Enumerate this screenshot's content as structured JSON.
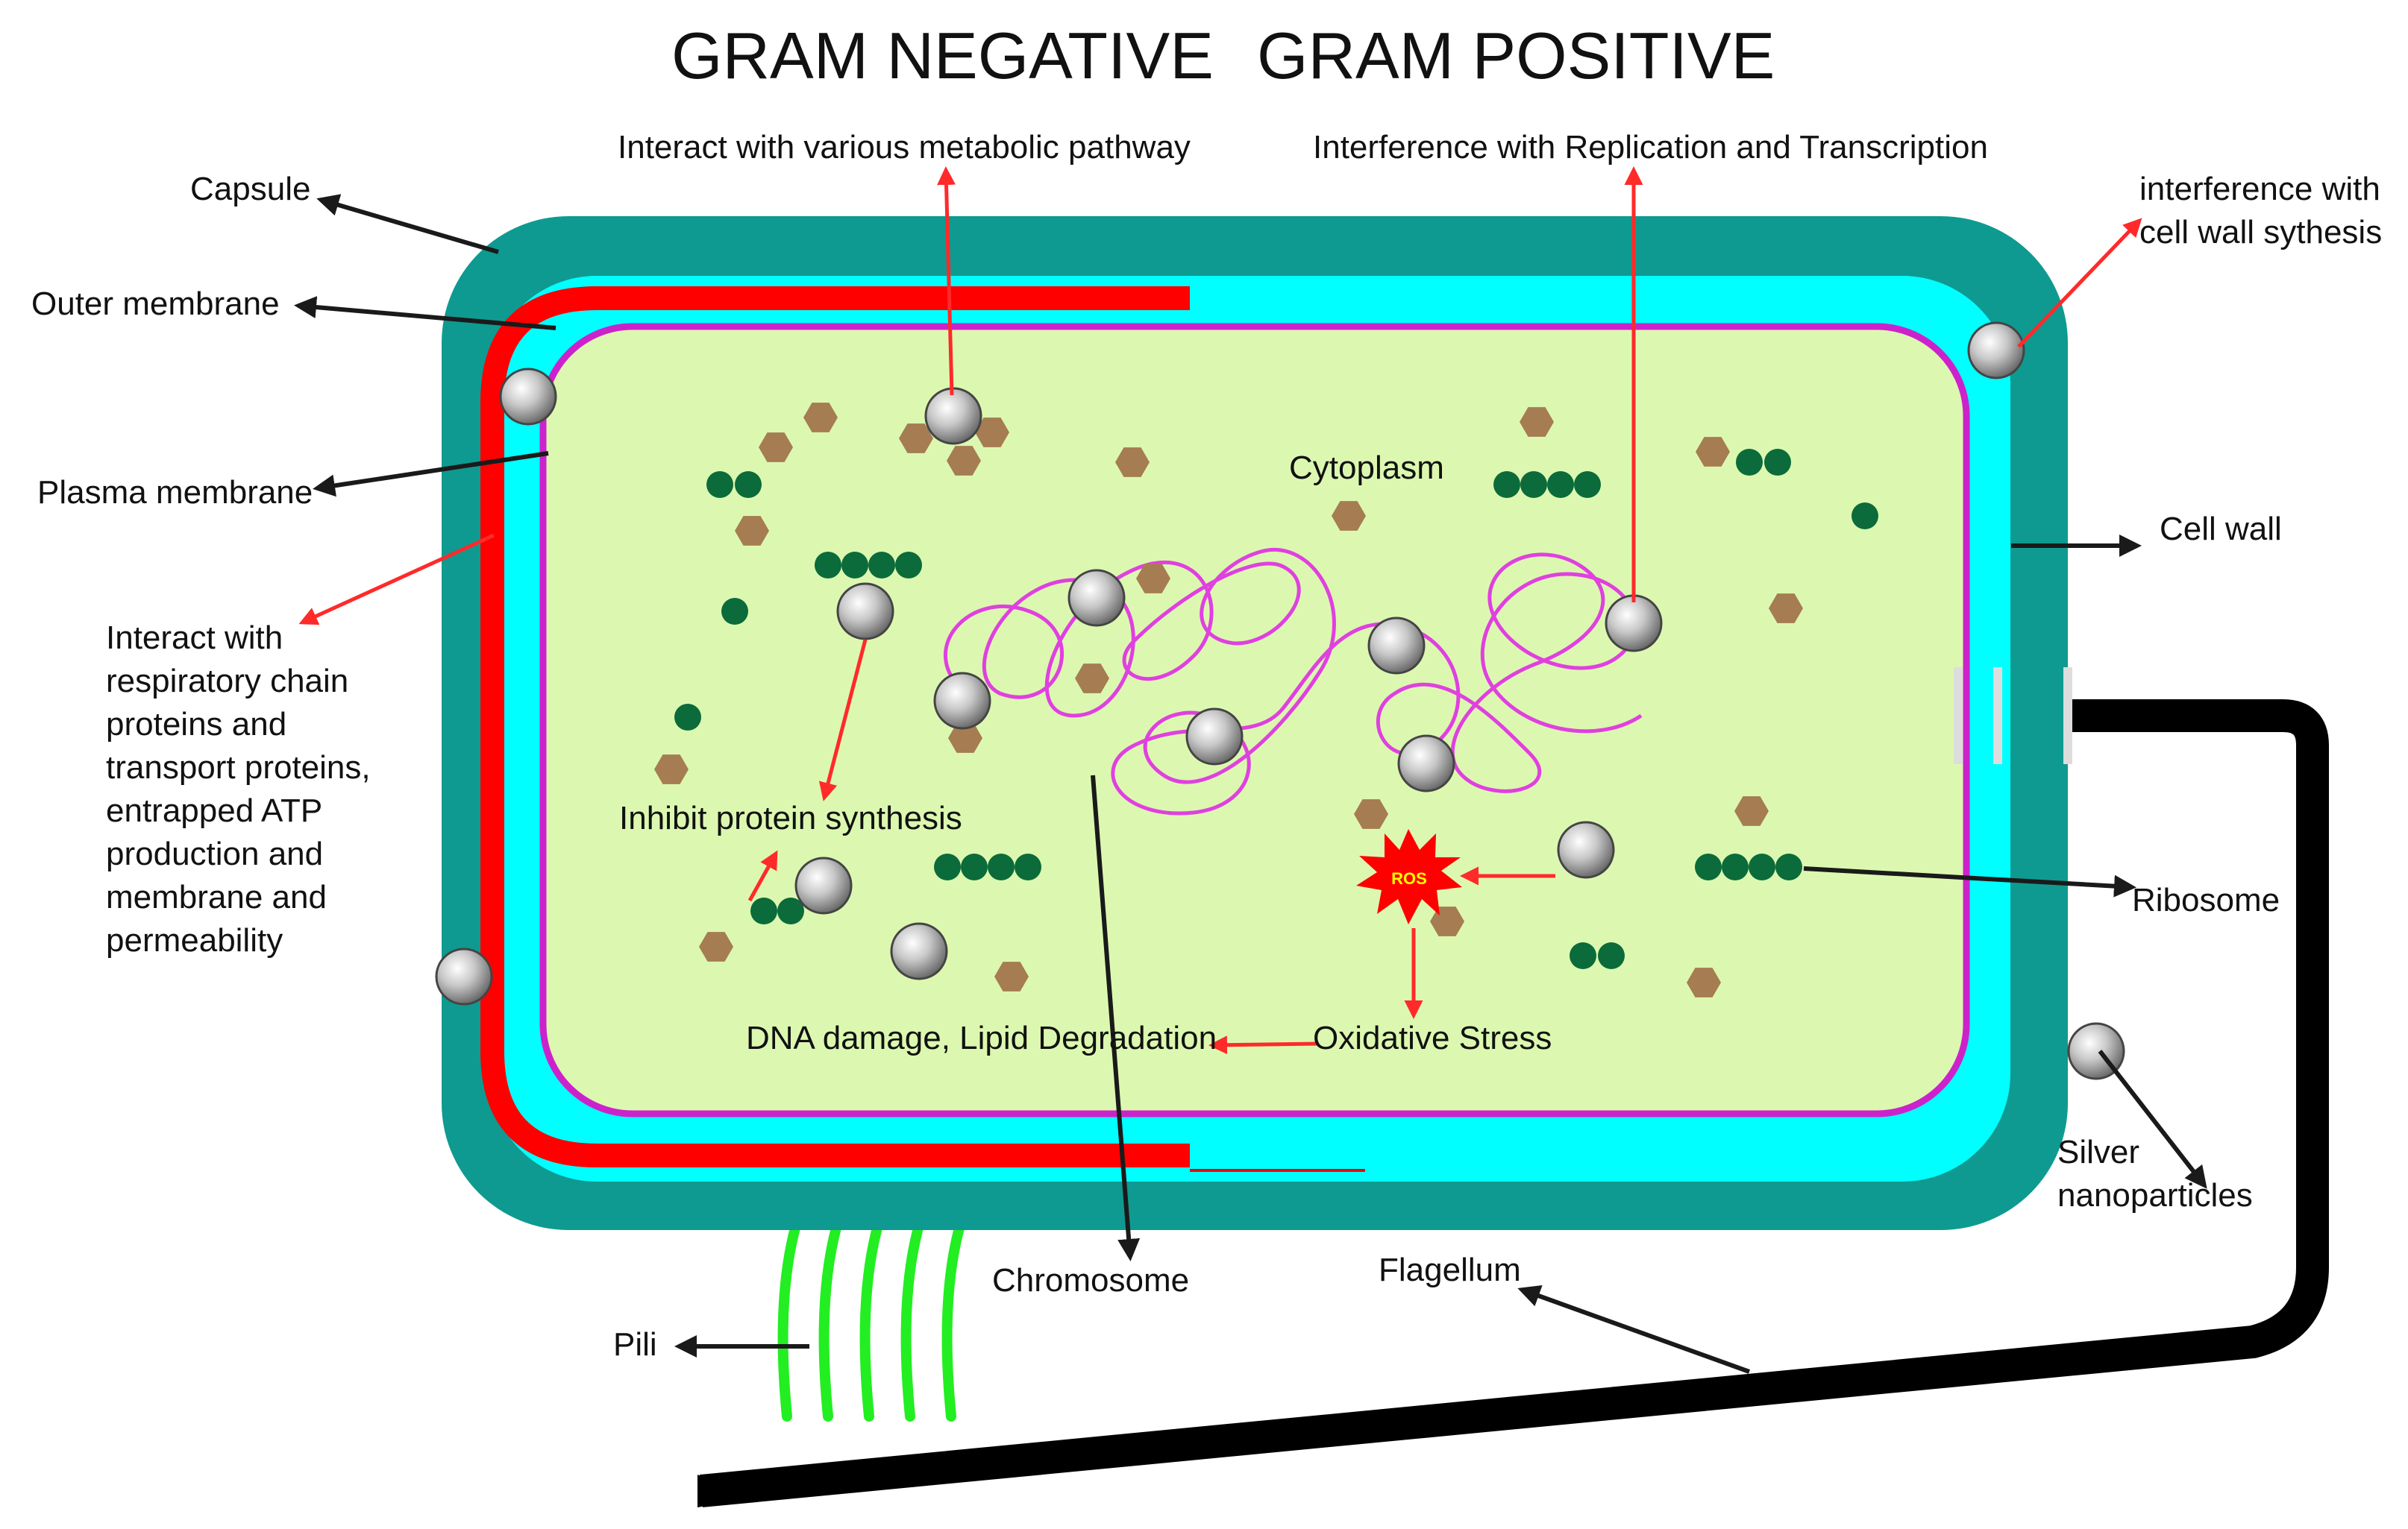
{
  "titles": {
    "gram_negative": "GRAM NEGATIVE",
    "gram_positive": "GRAM POSITIVE"
  },
  "labels": {
    "capsule": "Capsule",
    "outer_membrane": "Outer membrane",
    "plasma_membrane": "Plasma membrane",
    "interact_resp": [
      "Interact with",
      "respiratory chain",
      "proteins and",
      "transport proteins,",
      "entrapped ATP",
      "production and",
      "membrane and",
      "permeability"
    ],
    "metabolic": "Interact with various metabolic pathway",
    "replication": "Interference with Replication and Transcription",
    "cell_wall_synth": [
      "interference with",
      "cell wall sythesis"
    ],
    "cytoplasm": "Cytoplasm",
    "cell_wall": "Cell wall",
    "inhibit_protein": "Inhibit protein synthesis",
    "ros": "ROS",
    "ribosome": "Ribosome",
    "oxidative": "Oxidative Stress",
    "dna_damage": "DNA damage, Lipid Degradation",
    "silver": [
      "Silver",
      "nanoparticles"
    ],
    "chromosome": "Chromosome",
    "flagellum": "Flagellum",
    "pili": "Pili"
  },
  "colors": {
    "capsule": "#0e9a90",
    "cell_wall": "#00ffff",
    "outer_membrane": "#ff0000",
    "plasma_membrane": "#cc22cc",
    "cytoplasm": "#dcf8b0",
    "ribosome": "#0b6b3a",
    "granule": "#a67c52",
    "nanoparticle": "#b5b5b5",
    "pili": "#22ee22",
    "flagellum": "#000000",
    "red_arrow": "#ff2a2a",
    "black_arrow": "#1a1a1a",
    "chromosome": "#e040e0"
  }
}
